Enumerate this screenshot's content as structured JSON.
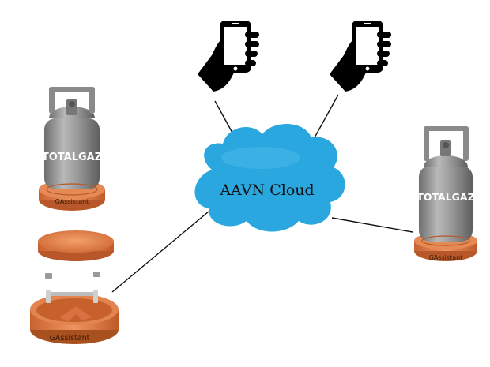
{
  "cloud": {
    "label": "AAVN Cloud",
    "color": "#2aa7df",
    "highlight": "#5cc4ee"
  },
  "cylinder": {
    "brand": "TOTALGAZ",
    "body_color": "#8e8e8e",
    "highlight_color": "#c4c4c4"
  },
  "device": {
    "name": "GAssistant",
    "wood_color": "#e07b45",
    "wood_dark": "#b8582a"
  },
  "phones": [
    {
      "icon": "hand-holding-phone-icon"
    },
    {
      "icon": "hand-holding-phone-icon"
    }
  ],
  "connections": [
    {
      "from": "phone-left",
      "to": "cloud"
    },
    {
      "from": "phone-right",
      "to": "cloud"
    },
    {
      "from": "gassistant-device-left",
      "to": "cloud"
    },
    {
      "from": "gas-cylinder-right",
      "to": "cloud"
    }
  ]
}
